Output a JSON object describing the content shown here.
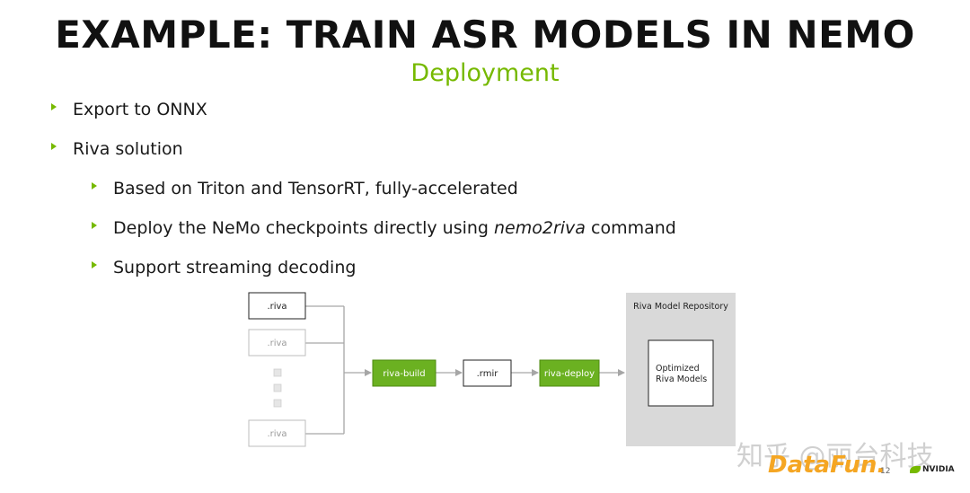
{
  "slide": {
    "title": "EXAMPLE: TRAIN ASR MODELS IN NEMO",
    "subtitle": "Deployment",
    "bullets": [
      {
        "text": "Export to ONNX"
      },
      {
        "text": "Riva solution"
      },
      {
        "text": "Based on Triton and TensorRT, fully-accelerated"
      },
      {
        "text_before": "Deploy the NeMo checkpoints directly using ",
        "emphasis": "nemo2riva",
        "text_after": " command"
      },
      {
        "text": "Support streaming decoding"
      }
    ]
  },
  "diagram": {
    "inputs": [
      ".riva",
      ".riva",
      ".riva"
    ],
    "build_step": "riva-build",
    "intermediate": ".rmir",
    "deploy_step": "riva-deploy",
    "repository_label": "Riva Model Repository",
    "models_label_line1": "Optimized",
    "models_label_line2": "Riva Models"
  },
  "footer": {
    "watermark": "知乎 @丽台科技",
    "logo_text": "DataFun.",
    "page_number": "12",
    "brand": "NVIDIA"
  },
  "colors": {
    "accent_green": "#76b900",
    "box_green": "#6bb121",
    "repo_gray": "#d9d9d9",
    "arrow_gray": "#a6a6a6"
  }
}
